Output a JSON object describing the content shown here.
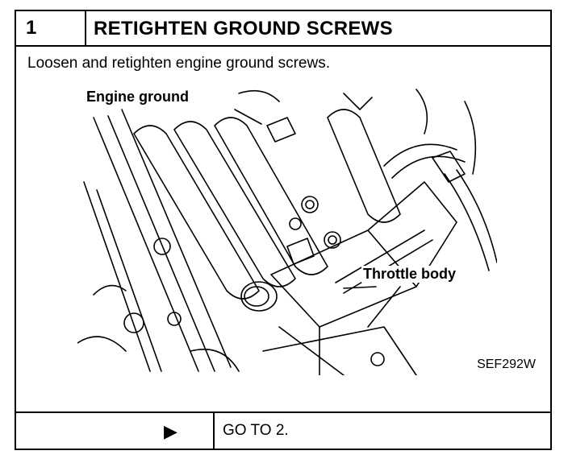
{
  "step": {
    "number": "1",
    "title": "RETIGHTEN GROUND SCREWS",
    "instruction": "Loosen and retighten engine ground screws."
  },
  "figure": {
    "labels": {
      "engine_ground": "Engine ground",
      "throttle_body": "Throttle body"
    },
    "figure_id": "SEF292W"
  },
  "footer": {
    "arrow_icon": "triangle-right-icon",
    "goto_text": "GO TO 2."
  }
}
